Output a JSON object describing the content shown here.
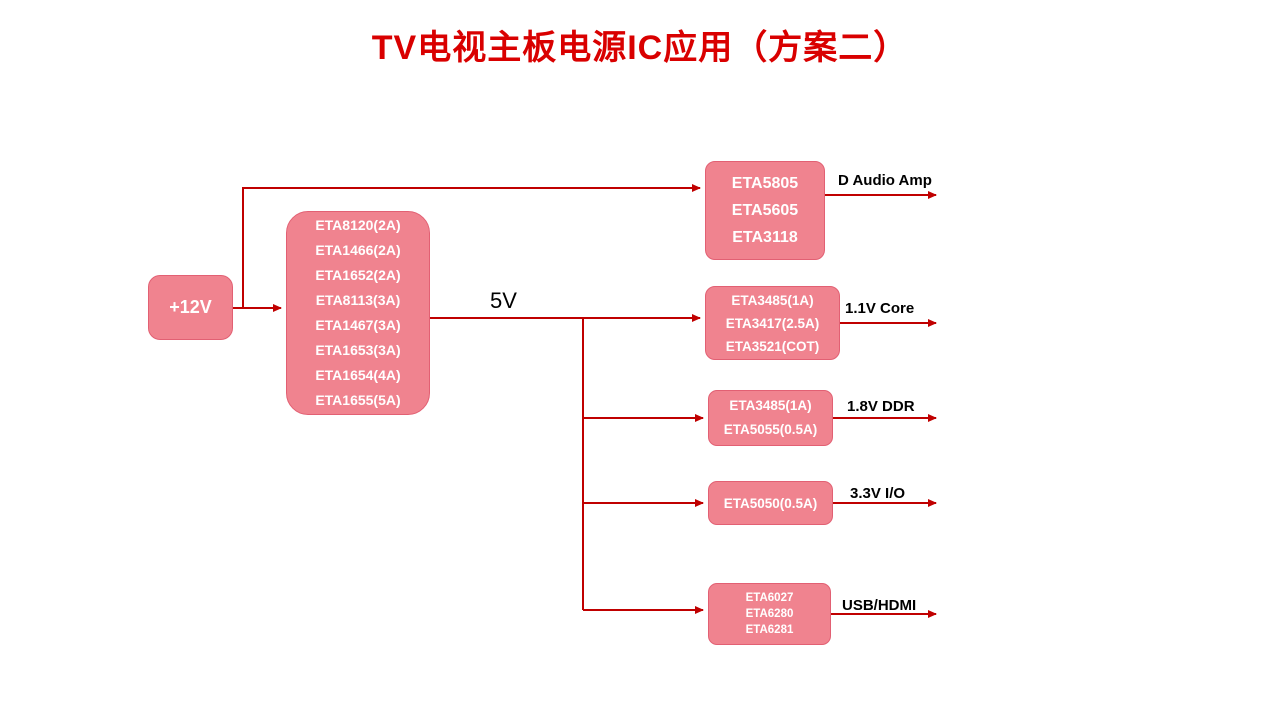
{
  "title": "TV电视主板电源IC应用（方案二）",
  "bus_label": "5V",
  "colors": {
    "box_fill": "#F0838F",
    "wire": "#C00000",
    "title": "#D90000",
    "node_text": "#FFFFFF"
  },
  "nodes": {
    "input_12v": {
      "label": "+12V"
    },
    "dcdc_bank": {
      "lines": [
        "ETA8120(2A)",
        "ETA1466(2A)",
        "ETA1652(2A)",
        "ETA8113(3A)",
        "ETA1467(3A)",
        "ETA1653(3A)",
        "ETA1654(4A)",
        "ETA1655(5A)"
      ]
    },
    "audio_amp": {
      "lines": [
        "ETA5805",
        "ETA5605",
        "ETA3118"
      ],
      "output_label": "D Audio Amp"
    },
    "core_1v1": {
      "lines": [
        "ETA3485(1A)",
        "ETA3417(2.5A)",
        "ETA3521(COT)"
      ],
      "output_label": "1.1V Core"
    },
    "ddr_1v8": {
      "lines": [
        "ETA3485(1A)",
        "ETA5055(0.5A)"
      ],
      "output_label": "1.8V DDR"
    },
    "io_3v3": {
      "lines": [
        "ETA5050(0.5A)"
      ],
      "output_label": "3.3V I/O"
    },
    "usb_hdmi": {
      "lines": [
        "ETA6027",
        "ETA6280",
        "ETA6281"
      ],
      "output_label": "USB/HDMI"
    }
  }
}
